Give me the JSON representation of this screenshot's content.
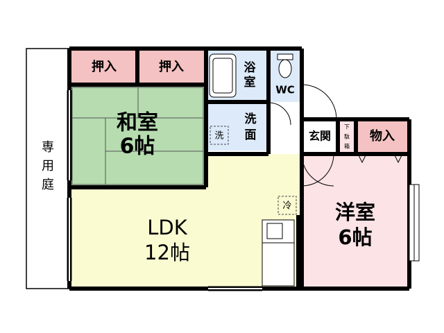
{
  "colors": {
    "closet_pink": "#f4c2c2",
    "washitsu_green": "#b6dcb0",
    "ldk_yellow": "#fbfbd2",
    "bath_blue": "#dceafa",
    "youshitsu_pink": "#fbe3e6",
    "garden_white": "#ffffff",
    "wall": "#000000"
  },
  "rooms": {
    "garden": "専\n用\n庭",
    "closet_left": "押入",
    "closet_right": "押入",
    "washitsu": {
      "name": "和室",
      "size": "6帖"
    },
    "bath": "浴\n室",
    "wc": "WC",
    "washroom": "洗\n面",
    "washer": "洗",
    "ldk": {
      "name": "LDK",
      "size": "12帖"
    },
    "fridge": "冷",
    "entrance": "玄関",
    "shoe_box": "下\n駄\n箱",
    "storage": "物入",
    "youshitsu": {
      "name": "洋室",
      "size": "6帖"
    }
  }
}
